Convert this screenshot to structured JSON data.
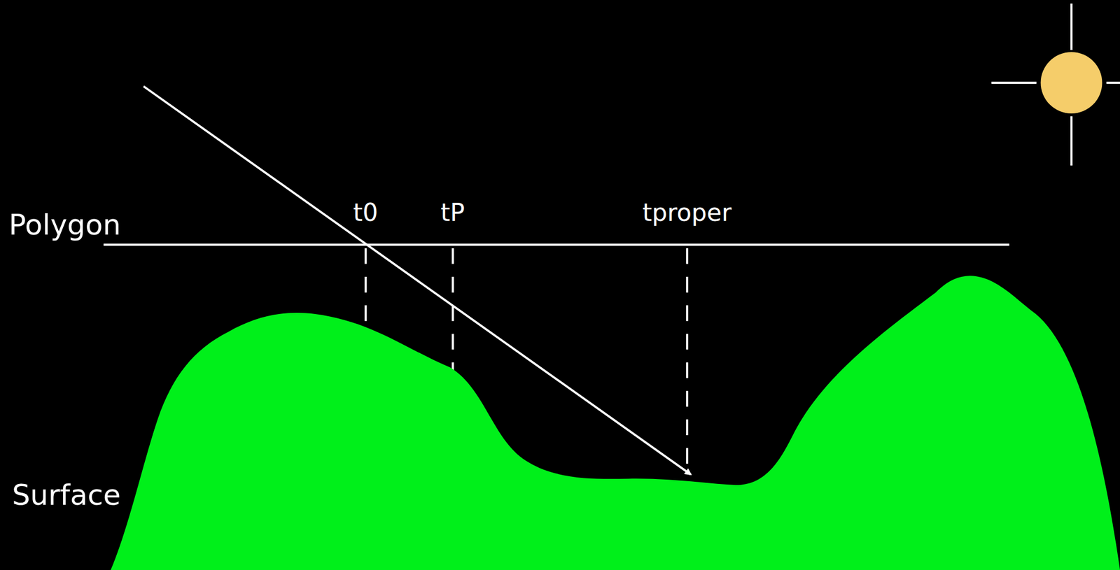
{
  "diagram": {
    "labels": [
      "Polygon",
      "Surface",
      "t0",
      "tP",
      "tproper"
    ]
  }
}
